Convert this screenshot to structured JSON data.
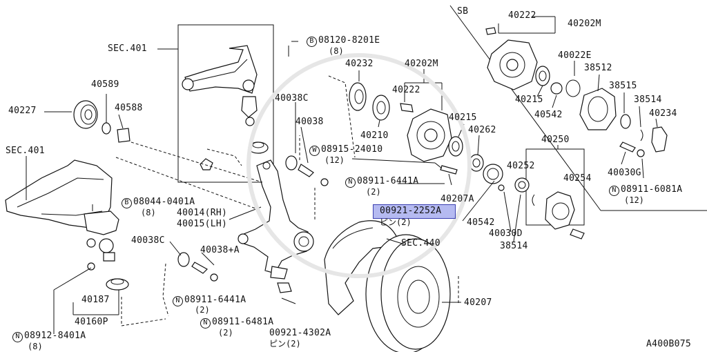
{
  "diagram": {
    "code": "A400B075",
    "section_sb": "SB",
    "highlight_color": "#7884e6",
    "labels": {
      "sec401_top": "SEC.401",
      "sec401_left": "SEC.401",
      "sec440": "SEC.440",
      "p40227": "40227",
      "p40589": "40589",
      "p40588": "40588",
      "b08120": "08120-8201E",
      "b08120_q": "(8)",
      "b08044": "08044-0401A",
      "b08044_q": "(8)",
      "p40014": "40014(RH)",
      "p40015": "40015(LH)",
      "p40038c_a": "40038C",
      "p40038": "40038",
      "p40038c_b": "40038C",
      "p40038a": "40038+A",
      "p40187": "40187",
      "p40160p": "40160P",
      "n08912": "08912-8401A",
      "n08912_q": "(8)",
      "n08911_6441_b": "08911-6441A",
      "n08911_6441_b_q": "(2)",
      "n08911_6481": "08911-6481A",
      "n08911_6481_q": "(2)",
      "p00921_4302": "00921-4302A",
      "p00921_4302_q": "ピン(2)",
      "p40232": "40232",
      "p40202m_a": "40202M",
      "p40222_a": "40222",
      "p40210": "40210",
      "w08915": "08915-24010",
      "w08915_q": "(12)",
      "n08911_6441_a": "08911-6441A",
      "n08911_6441_a_q": "(2)",
      "p40215_a": "40215",
      "p40262": "40262",
      "p40207a": "40207A",
      "p00921_2252": "00921-2252A",
      "p00921_2252_q": "ピン(2)",
      "p40542_a": "40542",
      "p40030d": "40030D",
      "p38514_a": "38514",
      "p40250": "40250",
      "p40252": "40252",
      "p40254": "40254",
      "p40207": "40207",
      "p40222_b": "40222",
      "p40202m_b": "40202M",
      "p40022e": "40022E",
      "p38512": "38512",
      "p38515": "38515",
      "p38514_b": "38514",
      "p40234": "40234",
      "p40215_b": "40215",
      "p40542_b": "40542",
      "p40030g": "40030G",
      "n08911_6081": "08911-6081A",
      "n08911_6081_q": "(12)"
    },
    "markers": {
      "N": "N",
      "B": "B",
      "W": "W"
    }
  }
}
